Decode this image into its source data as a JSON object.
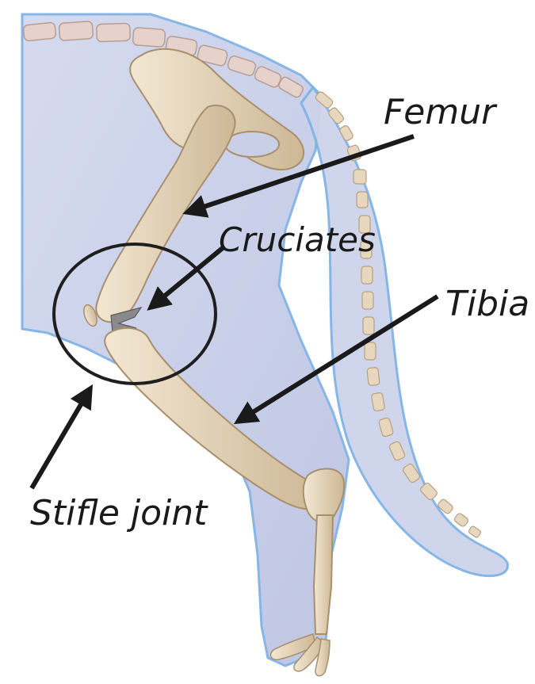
{
  "labels": {
    "femur": "Femur",
    "cruciates": "Cruciates",
    "tibia": "Tibia",
    "stifle_joint": "Stifle joint"
  },
  "colors": {
    "body_fill": "#c9cfe6",
    "body_outline": "#7fb3e6",
    "bone": "#e8d8bf",
    "bone_shadow": "#bfa98a",
    "spine": "#e3cfc6",
    "annotation": "#1a1a1a",
    "background": "#ffffff"
  }
}
